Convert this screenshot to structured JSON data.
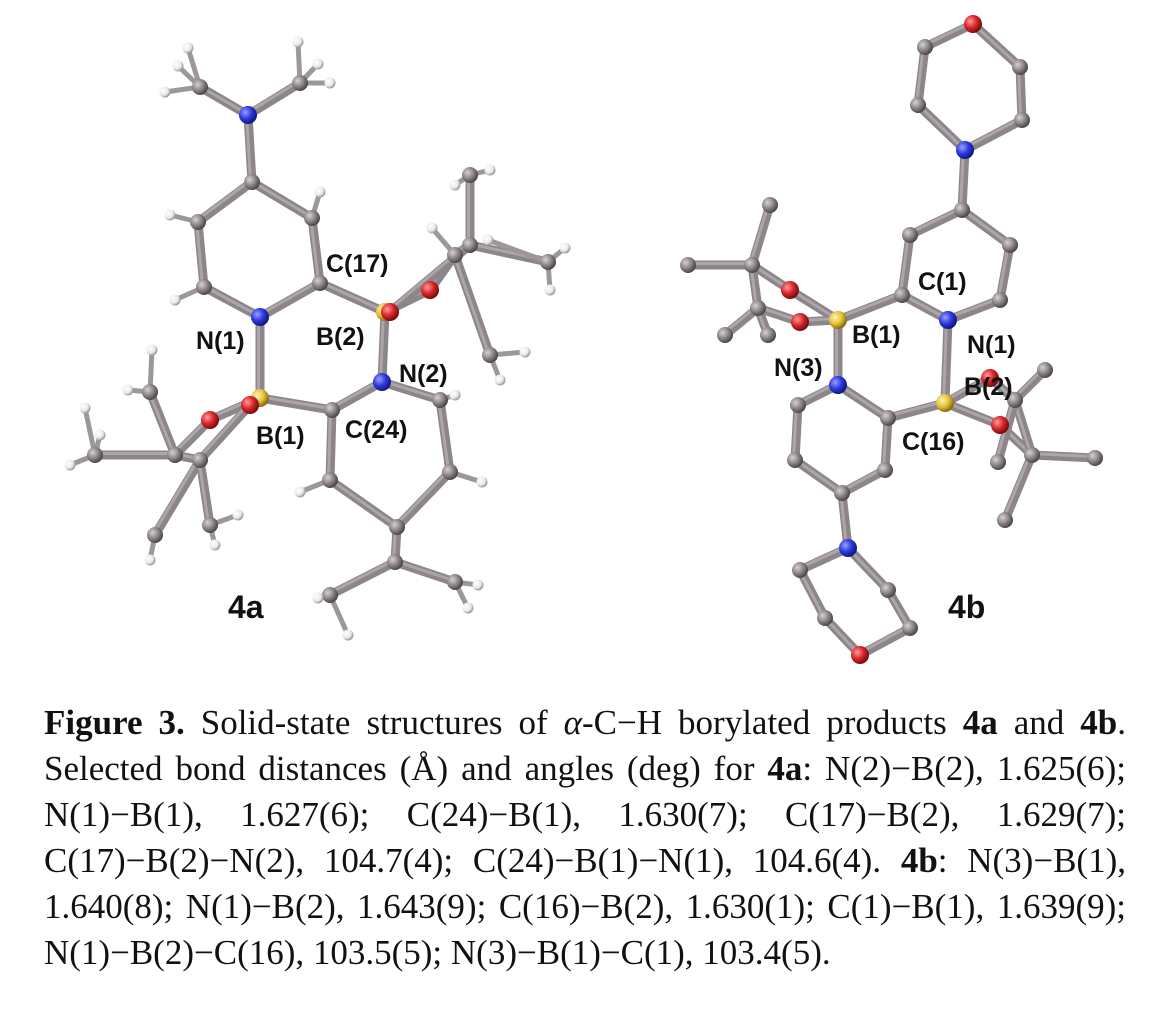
{
  "figure": {
    "structures": [
      {
        "compound": "4a",
        "atom_labels": [
          "C(17)",
          "N(1)",
          "B(2)",
          "N(2)",
          "B(1)",
          "C(24)"
        ]
      },
      {
        "compound": "4b",
        "atom_labels": [
          "C(1)",
          "B(1)",
          "N(1)",
          "N(3)",
          "B(2)",
          "C(16)"
        ]
      }
    ],
    "atom_colors": {
      "carbon": "#8c8589",
      "nitrogen": "#2d39e0",
      "oxygen": "#d8262a",
      "boron": "#e8c339",
      "hydrogen": "#f2f2f2"
    }
  },
  "caption": {
    "label": "Figure 3.",
    "t1": " Solid-state structures of ",
    "alpha": "α",
    "t2": "-C−H borylated products ",
    "c1": "4a",
    "t3": " and ",
    "c2": "4b",
    "t4": ". Selected bond distances (Å) and angles (deg) for ",
    "c3": "4a",
    "t5": ": N(2)−B(2), 1.625(6); N(1)−B(1), 1.627(6); C(24)−B(1), 1.630(7); C(17)−B(2), 1.629(7); C(17)−B(2)−N(2), 104.7(4); C(24)−B(1)−N(1), 104.6(4). ",
    "c4": "4b",
    "t6": ": N(3)−B(1), 1.640(8); N(1)−B(2), 1.643(9); C(16)−B(2), 1.630(1); C(1)−B(1), 1.639(9); N(1)−B(2)−C(16), 103.5(5); N(3)−B(1)−C(1), 103.4(5)."
  }
}
